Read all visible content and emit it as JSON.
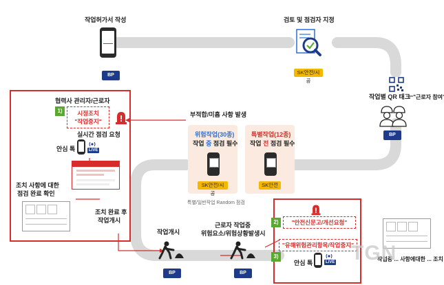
{
  "steps": {
    "write_permit": "작업허가서 작성",
    "review": "검토 및 점검자 지정",
    "qr_tag": "작업별 QR 태그",
    "worker_join": "→ \"근로자 참여\"",
    "nonconformity": "부적합/미흡 사항 발생",
    "partner": "협력사 관리자/근로자",
    "realtime_check": "실시간 점검 요청",
    "relief_talk": "안심 톡",
    "confirm_line1": "조치 사항에 대한",
    "confirm_line2": "점검 완료 확인",
    "resume_line1": "조치 완료 후",
    "resume_line2": "작업개시",
    "work_start": "작업개시",
    "hazard_line1": "근로자 작업중",
    "hazard_line2": "위험요소/위험상황발생시",
    "right_relief_talk": "안심 톡",
    "right_partial": "작업중 ... 사항에대한 ... 조치"
  },
  "badges": {
    "bp": "BP",
    "sk_safety_site": "SK안전/시공",
    "sk_safety": "SK안전"
  },
  "left_box": {
    "step_num": "1)",
    "measure_line1": "시정조치",
    "measure_line2": "\"작업중지\""
  },
  "cards": {
    "hazard": {
      "title": "위험작업(30종)",
      "subtitle_a": "작업 ",
      "subtitle_b": "중",
      "subtitle_c": " 점검 필수"
    },
    "special": {
      "title": "특별작업(12종)",
      "subtitle_a": "작업 ",
      "subtitle_b": "전",
      "subtitle_c": " 점검 필수"
    },
    "random_note": "특별/일반작업 Random 점검"
  },
  "right_box": {
    "step2": "2)",
    "step3": "3)",
    "item2": "\"안전신문고/개선요청\"",
    "item3": "\"유해위험관리항목/작업중지\""
  },
  "live": "LIVE",
  "watermark": "TGN",
  "colors": {
    "red": "#d62c2c",
    "navy": "#1e3a8a",
    "yellow": "#f5b800",
    "green": "#5aa832",
    "track": "#d9d9d9"
  },
  "icons": [
    "smartphone-icon",
    "magnifier-check-icon",
    "qr-code-icon",
    "workers-icon",
    "alarm-icon",
    "worker-shovel-icon",
    "live-broadcast-icon"
  ]
}
